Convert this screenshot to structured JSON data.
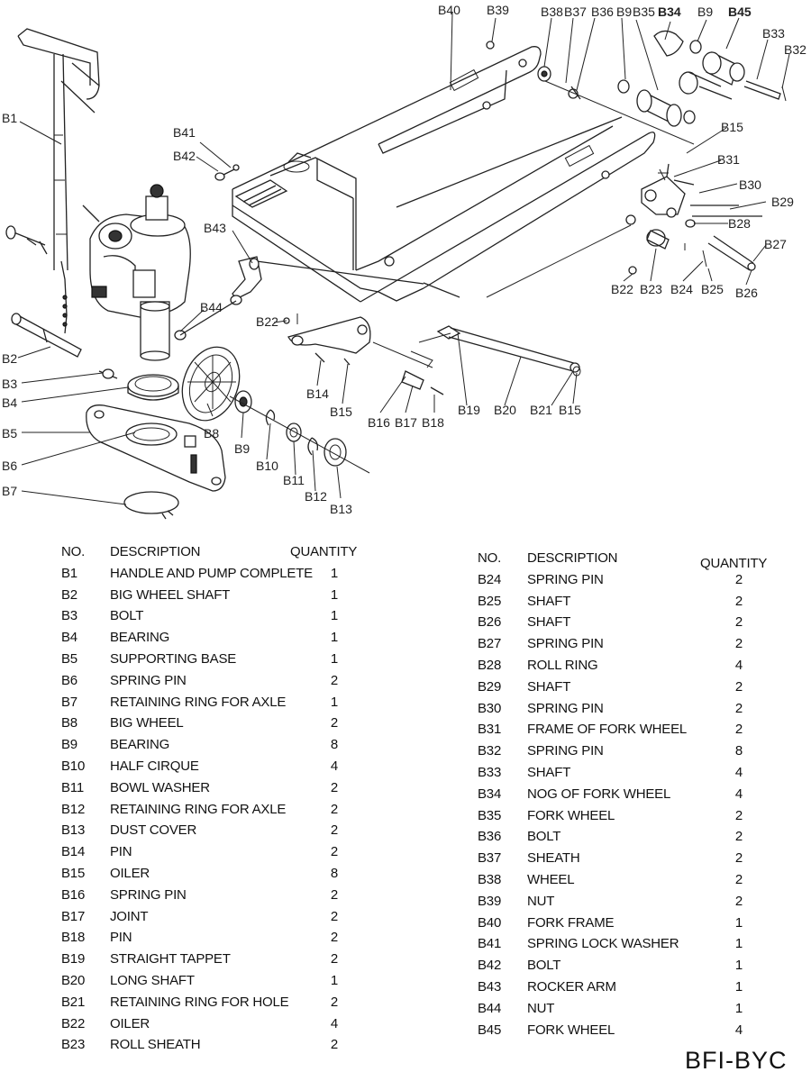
{
  "diagram": {
    "labels": [
      "B1",
      "B2",
      "B3",
      "B4",
      "B5",
      "B6",
      "B7",
      "B8",
      "B9",
      "B10",
      "B11",
      "B12",
      "B13",
      "B14",
      "B15",
      "B16",
      "B17",
      "B18",
      "B19",
      "B20",
      "B21",
      "B15",
      "B22",
      "B23",
      "B24",
      "B25",
      "B26",
      "B27",
      "B28",
      "B29",
      "B30",
      "B31",
      "B15",
      "B33",
      "B32",
      "B34",
      "B9",
      "B45",
      "B35",
      "B9",
      "B36",
      "B37",
      "B38",
      "B39",
      "B40",
      "B41",
      "B42",
      "B43",
      "B44",
      "B22"
    ]
  },
  "table": {
    "headers": {
      "no": "NO.",
      "description": "DESCRIPTION",
      "quantity": "QUANTITY"
    },
    "left": [
      {
        "no": "B1",
        "description": "HANDLE AND PUMP COMPLETE",
        "quantity": "1"
      },
      {
        "no": "B2",
        "description": "BIG WHEEL SHAFT",
        "quantity": "1"
      },
      {
        "no": "B3",
        "description": "BOLT",
        "quantity": "1"
      },
      {
        "no": "B4",
        "description": "BEARING",
        "quantity": "1"
      },
      {
        "no": "B5",
        "description": "SUPPORTING BASE",
        "quantity": "1"
      },
      {
        "no": "B6",
        "description": "SPRING PIN",
        "quantity": "2"
      },
      {
        "no": "B7",
        "description": "RETAINING RING FOR AXLE",
        "quantity": "1"
      },
      {
        "no": "B8",
        "description": "BIG WHEEL",
        "quantity": "2"
      },
      {
        "no": "B9",
        "description": "BEARING",
        "quantity": "8"
      },
      {
        "no": "B10",
        "description": "HALF CIRQUE",
        "quantity": "4"
      },
      {
        "no": "B11",
        "description": "BOWL WASHER",
        "quantity": "2"
      },
      {
        "no": "B12",
        "description": "RETAINING RING FOR AXLE",
        "quantity": "2"
      },
      {
        "no": "B13",
        "description": "DUST COVER",
        "quantity": "2"
      },
      {
        "no": "B14",
        "description": "PIN",
        "quantity": "2"
      },
      {
        "no": "B15",
        "description": "OILER",
        "quantity": "8"
      },
      {
        "no": "B16",
        "description": "SPRING PIN",
        "quantity": "2"
      },
      {
        "no": "B17",
        "description": "JOINT",
        "quantity": "2"
      },
      {
        "no": "B18",
        "description": "PIN",
        "quantity": "2"
      },
      {
        "no": "B19",
        "description": "STRAIGHT TAPPET",
        "quantity": "2"
      },
      {
        "no": "B20",
        "description": "LONG SHAFT",
        "quantity": "1"
      },
      {
        "no": "B21",
        "description": "RETAINING RING FOR HOLE",
        "quantity": "2"
      },
      {
        "no": "B22",
        "description": "OILER",
        "quantity": "4"
      },
      {
        "no": "B23",
        "description": "ROLL SHEATH",
        "quantity": "2"
      }
    ],
    "right": [
      {
        "no": "B24",
        "description": "SPRING PIN",
        "quantity": "2"
      },
      {
        "no": "B25",
        "description": "SHAFT",
        "quantity": "2"
      },
      {
        "no": "B26",
        "description": "SHAFT",
        "quantity": "2"
      },
      {
        "no": "B27",
        "description": "SPRING PIN",
        "quantity": "2"
      },
      {
        "no": "B28",
        "description": "ROLL RING",
        "quantity": "4"
      },
      {
        "no": "B29",
        "description": "SHAFT",
        "quantity": "2"
      },
      {
        "no": "B30",
        "description": "SPRING PIN",
        "quantity": "2"
      },
      {
        "no": "B31",
        "description": "FRAME OF FORK WHEEL",
        "quantity": "2"
      },
      {
        "no": "B32",
        "description": "SPRING PIN",
        "quantity": "8"
      },
      {
        "no": "B33",
        "description": "SHAFT",
        "quantity": "4"
      },
      {
        "no": "B34",
        "description": "NOG OF FORK WHEEL",
        "quantity": "4"
      },
      {
        "no": "B35",
        "description": "FORK WHEEL",
        "quantity": "2"
      },
      {
        "no": "B36",
        "description": "BOLT",
        "quantity": "2"
      },
      {
        "no": "B37",
        "description": "SHEATH",
        "quantity": "2"
      },
      {
        "no": "B38",
        "description": "WHEEL",
        "quantity": "2"
      },
      {
        "no": "B39",
        "description": "NUT",
        "quantity": "2"
      },
      {
        "no": "B40",
        "description": "FORK FRAME",
        "quantity": "1"
      },
      {
        "no": "B41",
        "description": "SPRING LOCK WASHER",
        "quantity": "1"
      },
      {
        "no": "B42",
        "description": "BOLT",
        "quantity": "1"
      },
      {
        "no": "B43",
        "description": "ROCKER ARM",
        "quantity": "1"
      },
      {
        "no": "B44",
        "description": "NUT",
        "quantity": "1"
      },
      {
        "no": "B45",
        "description": "FORK WHEEL",
        "quantity": "4"
      }
    ]
  },
  "model_code": "BFI-BYC"
}
